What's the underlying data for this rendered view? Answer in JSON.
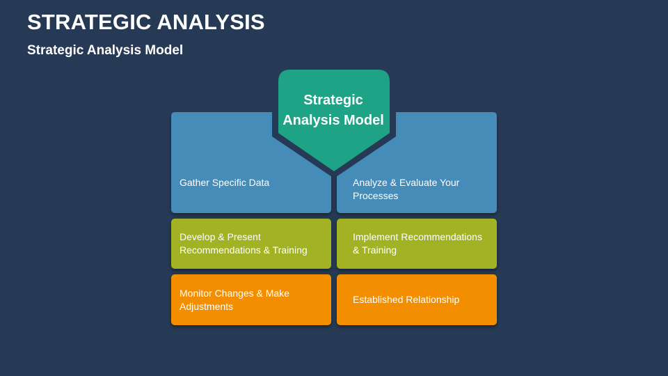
{
  "header": {
    "title": "STRATEGIC ANALYSIS",
    "subtitle": "Strategic Analysis Model"
  },
  "center": {
    "label": "Strategic Analysis Model",
    "color": "#1fa386"
  },
  "colors": {
    "background": "#263a55",
    "blue": "#458cb8",
    "green": "#a1b224",
    "orange": "#f28e00"
  },
  "boxes": [
    {
      "text": "Gather Specific Data"
    },
    {
      "text": "Analyze & Evaluate Your Processes"
    },
    {
      "text": "Develop & Present Recommendations & Training"
    },
    {
      "text": "Implement Recommendations & Training"
    },
    {
      "text": "Monitor Changes & Make Adjustments"
    },
    {
      "text": "Established Relationship"
    }
  ]
}
